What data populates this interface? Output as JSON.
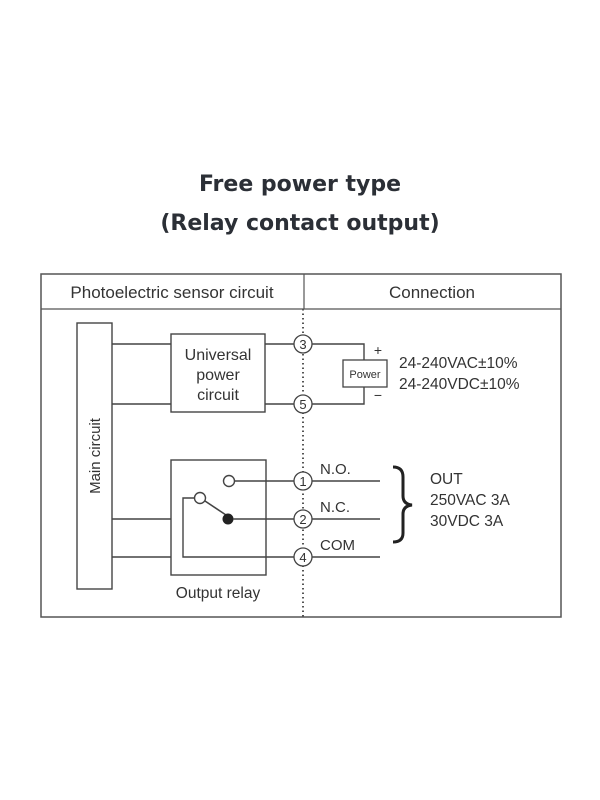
{
  "title": {
    "line1": "Free power type",
    "line2": "(Relay contact output)"
  },
  "table": {
    "left_header": "Photoelectric sensor circuit",
    "right_header": "Connection"
  },
  "blocks": {
    "main_circuit": "Main circuit",
    "power_circuit_lines": [
      "Universal",
      "power",
      "circuit"
    ],
    "output_relay": "Output relay",
    "power_box": "Power"
  },
  "terminals": {
    "t3": "3",
    "t5": "5",
    "t1": "1",
    "t2": "2",
    "t4": "4"
  },
  "power": {
    "plus": "+",
    "minus": "−",
    "ac": "24-240VAC±10%",
    "dc": "24-240VDC±10%"
  },
  "outputs": {
    "no": "N.O.",
    "nc": "N.C.",
    "com": "COM",
    "out_label": "OUT",
    "ac_rating": "250VAC 3A",
    "dc_rating": "30VDC 3A"
  },
  "colors": {
    "title": "#2b2f36",
    "line": "#444444",
    "text": "#333333"
  }
}
